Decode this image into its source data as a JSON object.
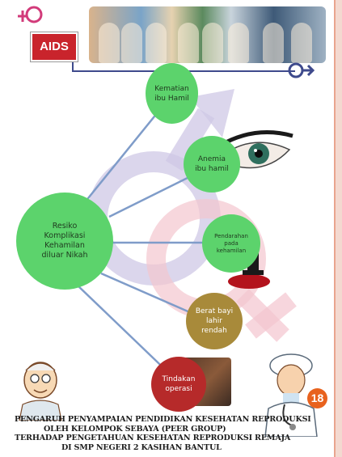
{
  "header": {
    "aids_label": "AIDS"
  },
  "diagram": {
    "center_node": [
      "Resiko",
      "Komplikasi",
      "Kehamilan",
      "diluar Nikah"
    ],
    "nodes": [
      {
        "lines": [
          "Kematian",
          "ibu Hamil"
        ]
      },
      {
        "lines": [
          "Anemia",
          "ibu hamil"
        ]
      },
      {
        "lines": [
          "Pendarahan",
          "pada",
          "kehamilan"
        ]
      },
      {
        "lines": [
          "Berat bayi",
          "lahir",
          "rendah"
        ]
      },
      {
        "lines": [
          "Tindakan",
          "operasi"
        ]
      }
    ]
  },
  "footer": {
    "page_number": "18",
    "caption_lines": [
      "PENGARUH PENYAMPAIAN PENDIDIKAN KESEHATAN REPRODUKSI",
      "OLEH KELOMPOK SEBAYA (PEER GROUP)",
      "TERHADAP PENGETAHUAN KESEHATAN REPRODUKSI REMAJA",
      "DI SMP NEGERI 2 KASIHAN BANTUL"
    ]
  },
  "colors": {
    "node_green": "#5cd36c",
    "node_gold": "#a88a3a",
    "node_red": "#b62a2a",
    "aids_red": "#c9242c",
    "badge_orange": "#e8621e",
    "connector_blue": "#7f9cc9"
  }
}
